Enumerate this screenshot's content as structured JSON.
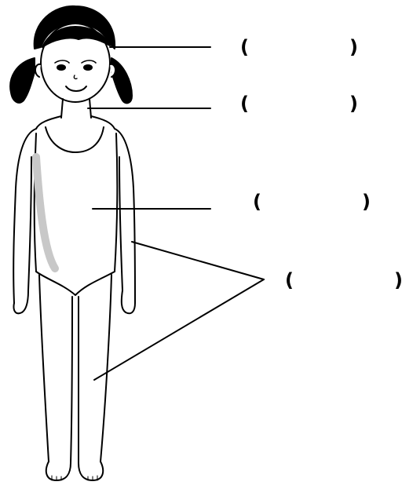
{
  "labels": [
    {
      "id": "head",
      "open": "(",
      "answer": "",
      "close": ")"
    },
    {
      "id": "neck",
      "open": "(",
      "answer": "",
      "close": ")"
    },
    {
      "id": "trunk",
      "open": "(",
      "answer": "",
      "close": ")"
    },
    {
      "id": "limbs",
      "open": "(",
      "answer": "",
      "close": ")"
    }
  ],
  "colors": {
    "ink": "#000000",
    "background": "#ffffff",
    "shading": "#c8c8c8"
  }
}
